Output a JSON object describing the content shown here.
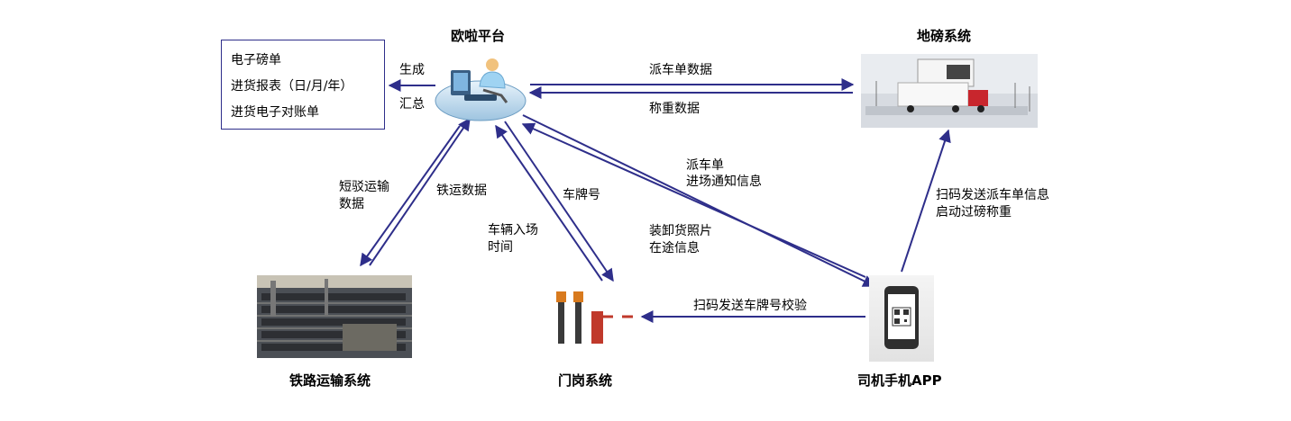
{
  "nodes": {
    "platform": "欧啦平台",
    "weighbridge": "地磅系统",
    "railway": "铁路运输系统",
    "gate": "门岗系统",
    "driver_app": "司机手机APP"
  },
  "reports": {
    "items": [
      "电子磅单",
      "进货报表（日/月/年）",
      "进货电子对账单"
    ]
  },
  "edges": {
    "generate": "生成",
    "summary": "汇总",
    "dispatch_data": "派车单数据",
    "weighing_data": "称重数据",
    "short_haul_1": "短驳运输",
    "short_haul_2": "数据",
    "rail_data": "铁运数据",
    "plate_no": "车牌号",
    "entry_time_1": "车辆入场",
    "entry_time_2": "时间",
    "dispatch_order_1": "派车单",
    "dispatch_order_2": "进场通知信息",
    "photos_1": "装卸货照片",
    "photos_2": "在途信息",
    "scan_dispatch_1": "扫码发送派车单信息",
    "scan_dispatch_2": "启动过磅称重",
    "scan_plate": "扫码发送车牌号校验"
  },
  "colors": {
    "arrow": "#2e2e8a",
    "box_border": "#2e2e8a"
  }
}
